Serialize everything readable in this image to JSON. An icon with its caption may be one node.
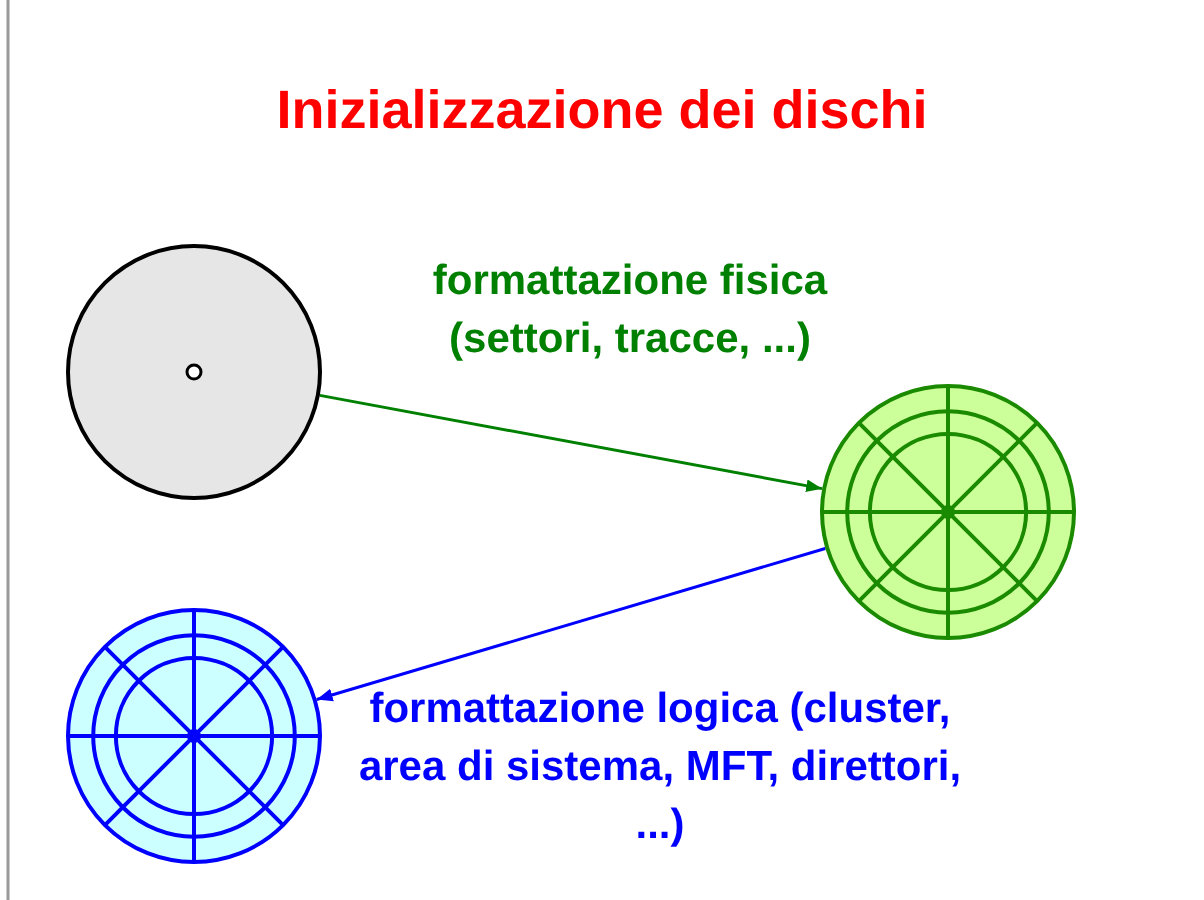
{
  "diagram": {
    "title": "Inizializzazione dei dischi",
    "nodes": [
      {
        "text": [],
        "shape": "circle"
      },
      {
        "text": [],
        "shape": "circle"
      },
      {
        "text": [],
        "shape": "circle"
      }
    ],
    "edges": [
      {
        "from": 0,
        "to": 1,
        "arrow": "to",
        "label": "formattazione fisica (settori, tracce, ...)",
        "color": "#008000"
      },
      {
        "from": 1,
        "to": 2,
        "arrow": "to",
        "label": "formattazione logica (cluster, area di sistema, MFT, direttori, ...)",
        "color": "#0000ff"
      }
    ]
  }
}
